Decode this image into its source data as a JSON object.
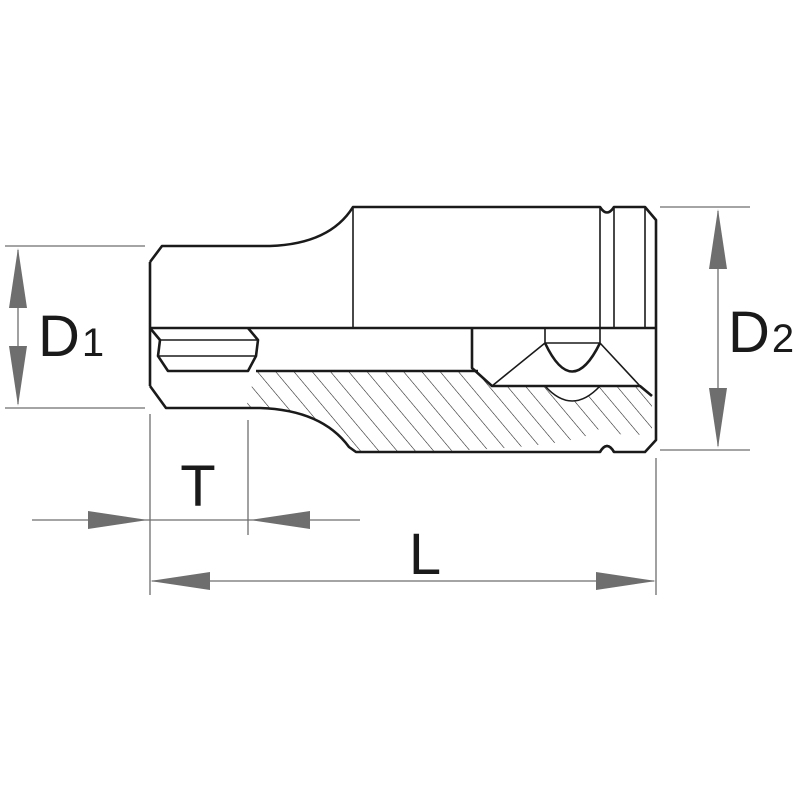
{
  "labels": {
    "d1_main": "D",
    "d1_sub": "1",
    "d2_main": "D",
    "d2_sub": "2",
    "t": "T",
    "l": "L"
  },
  "colors": {
    "stroke": "#1a1a1a",
    "dimension": "#6e6e6e",
    "background": "#ffffff"
  }
}
